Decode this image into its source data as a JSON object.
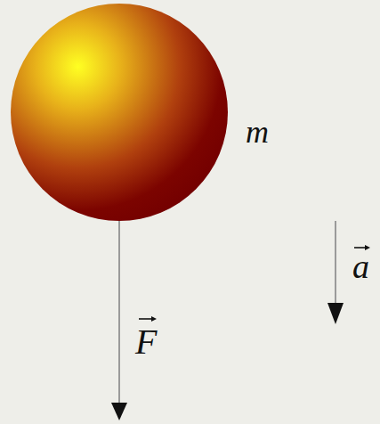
{
  "diagram": {
    "labels": [
      "m",
      "F",
      "a"
    ]
  }
}
